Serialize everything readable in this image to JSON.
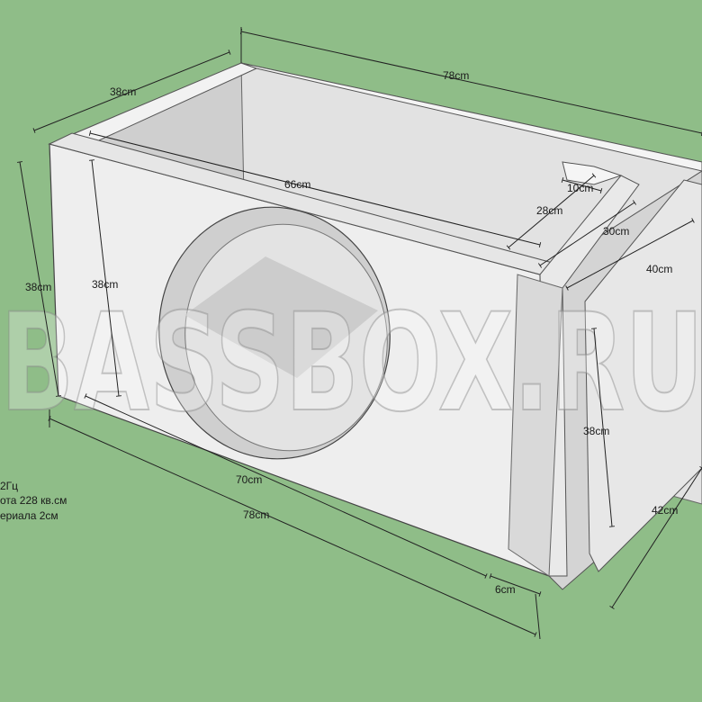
{
  "watermark": "BASSBOX.RU",
  "dimensions": {
    "top_length": "78cm",
    "top_depth": "38cm",
    "inner_panel_width": "66cm",
    "port_width": "10cm",
    "port_inner": "28cm",
    "port_depth": "30cm",
    "port_length": "40cm",
    "left_height": "38cm",
    "inner_height": "38cm",
    "right_height": "38cm",
    "bottom_inner": "70cm",
    "bottom_length": "78cm",
    "port_gap": "6cm",
    "side_depth": "42cm"
  },
  "notes": [
    "2Гц",
    "ота 228 кв.см",
    "ериала 2см"
  ],
  "colors": {
    "background": "#8fbd88",
    "panel_light": "#eeeeee",
    "panel_shade": "#d6d6d6",
    "edge": "#555555"
  }
}
